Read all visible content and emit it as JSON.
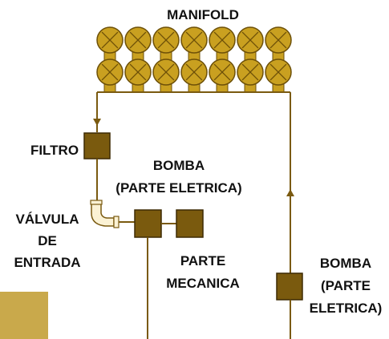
{
  "title": "MANIFOLD",
  "labels": {
    "filtro": "FILTRO",
    "bomba_top_line1": "BOMBA",
    "bomba_top_line2": "(PARTE ELETRICA)",
    "valvula_line1": "VÁLVULA",
    "valvula_line2": "DE",
    "valvula_line3": "ENTRADA",
    "mecanica_line1": "PARTE",
    "mecanica_line2": "MECANICA",
    "bomba_right_line1": "BOMBA",
    "bomba_right_line2": "(PARTE",
    "bomba_right_line3": "ELETRICA)"
  },
  "colors": {
    "pipe": "#7a5a10",
    "valve_fill": "#c9a020",
    "valve_stroke": "#6d5008",
    "component_fill": "#7a5a0e",
    "component_stroke": "#3d2a04",
    "elbow_fill": "#fbf2d4",
    "swatch": "#c9a94b"
  },
  "manifold": {
    "rows": 2,
    "valves_per_row": 7
  }
}
